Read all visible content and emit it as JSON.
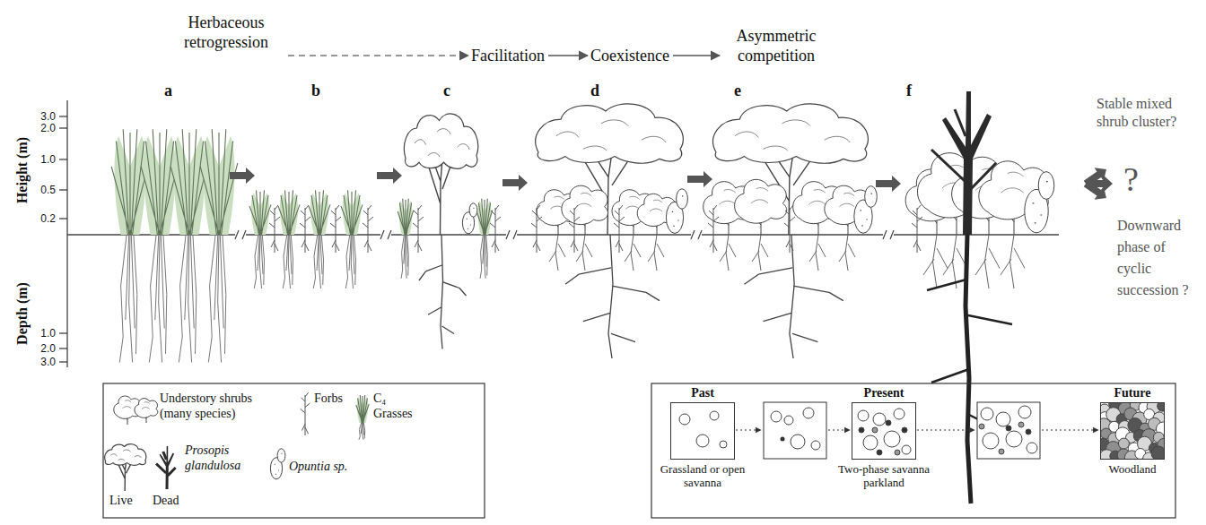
{
  "diagram": {
    "nodes": [
      {
        "text": [
          "Herbaceous retrogression"
        ]
      },
      {
        "text": [
          "Facilitation"
        ]
      },
      {
        "text": [
          "Coexistence"
        ]
      },
      {
        "text": [
          "Asymmetric competition"
        ]
      },
      {
        "text": [
          "Past",
          "Grassland or open savanna"
        ]
      },
      {
        "text": [
          "Present",
          "Two-phase savanna parkland"
        ]
      },
      {
        "text": [
          "Future",
          "Woodland"
        ]
      }
    ],
    "edges": [
      {
        "from": 0,
        "to": 1,
        "arrow": "to"
      },
      {
        "from": 1,
        "to": 2,
        "arrow": "to"
      },
      {
        "from": 2,
        "to": 3,
        "arrow": "to"
      }
    ],
    "labels": [
      "a",
      "b",
      "c",
      "d",
      "e",
      "f",
      "Height (m)",
      "3.0",
      "2.0",
      "1.0",
      "0.5",
      "0.2",
      "Depth (m)",
      "1.0",
      "2.0",
      "3.0",
      "Stable mixed shrub cluster?",
      "?",
      "Downward phase of cyclic succession ?",
      "Live",
      "Dead"
    ],
    "legend": [
      {
        "text": "Understory shrubs (many species)"
      },
      {
        "text": "Forbs"
      },
      {
        "text": "C₄ Grasses"
      },
      {
        "text": "Prosopis glandulosa"
      },
      {
        "text": "Opuntia sp."
      }
    ]
  }
}
